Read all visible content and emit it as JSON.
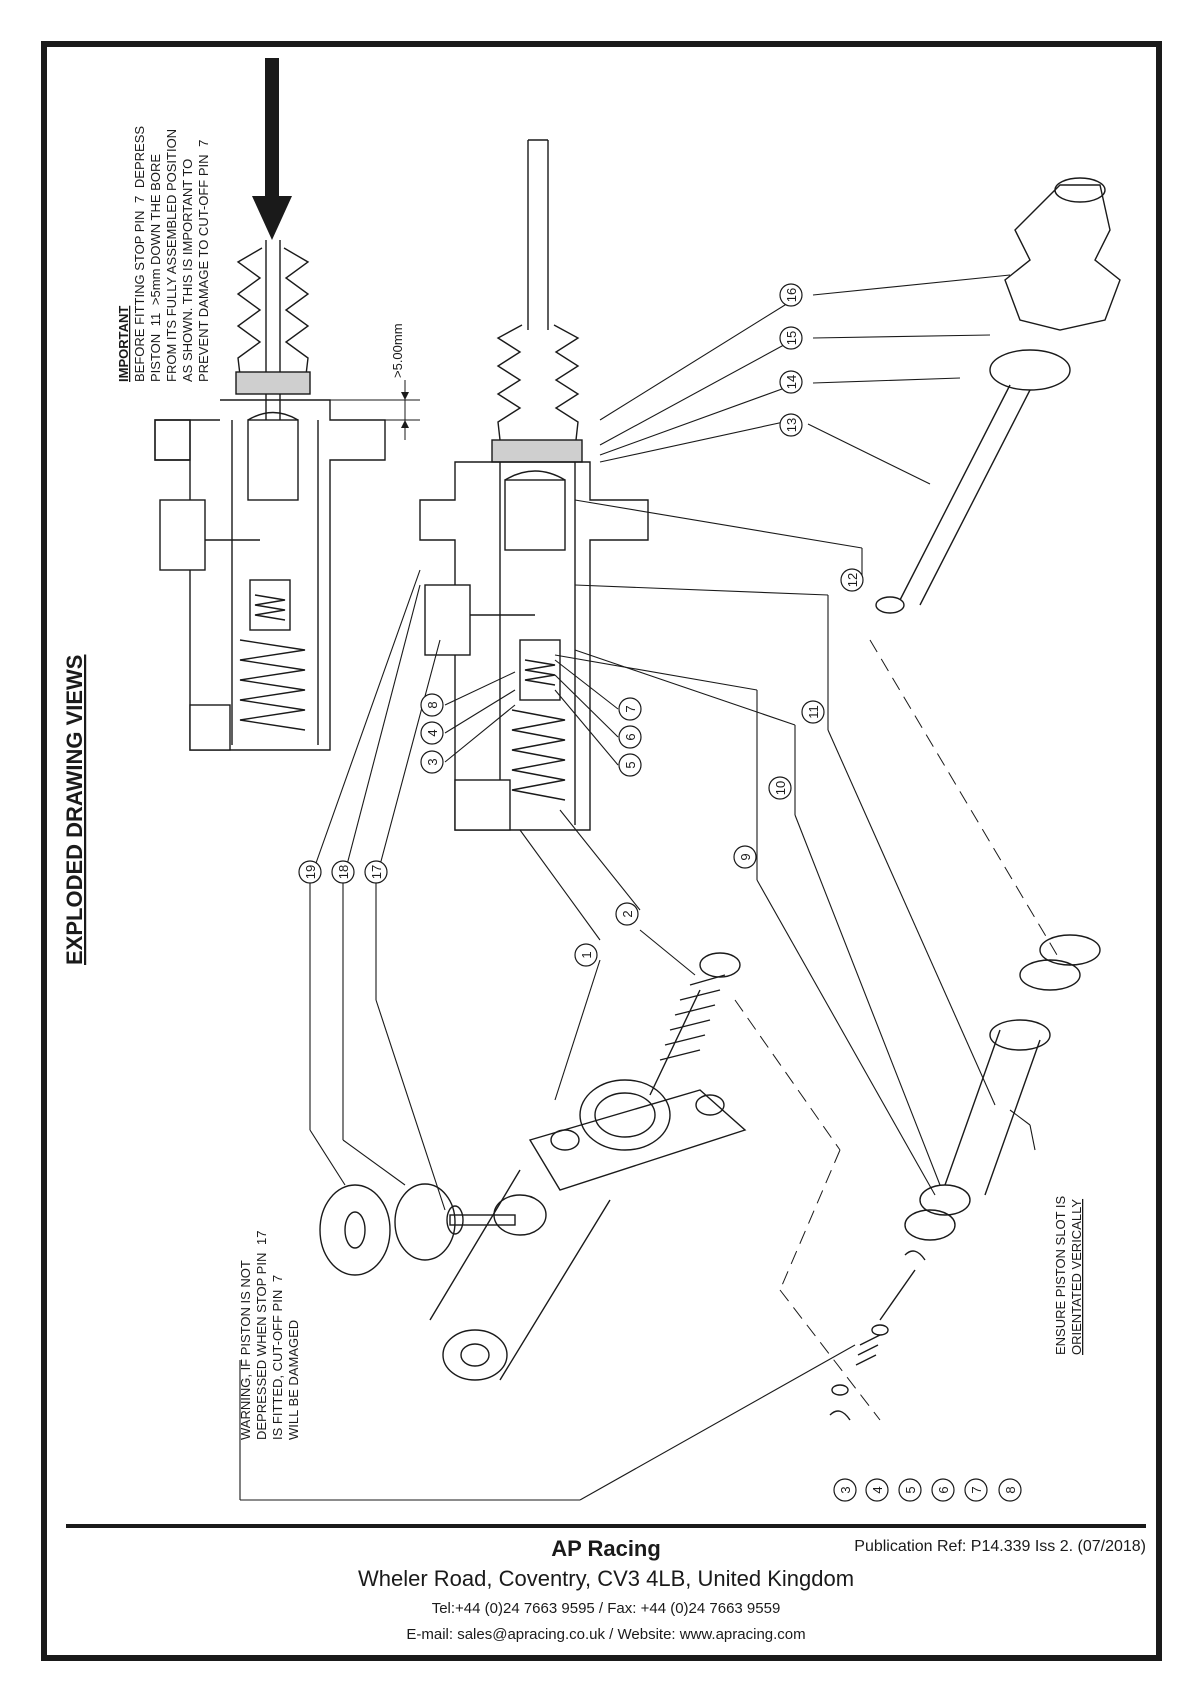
{
  "title": "EXPLODED DRAWING VIEWS",
  "important_note": {
    "heading": "IMPORTANT",
    "line1a": "BEFORE FITTING STOP PIN",
    "line1_ref": "7",
    "line1b": "DEPRESS",
    "line2a": "PISTON",
    "line2_ref": "11",
    "line2b": ">5mm DOWN THE BORE",
    "line3": "FROM ITS FULLY ASSEMBLED POSITION",
    "line4": "AS SHOWN. THIS IS IMPORTANT TO",
    "line5a": "PREVENT DAMAGE TO CUT-OFF PIN",
    "line5_ref": "7"
  },
  "dimension_label": ">5.00mm",
  "warning_note": {
    "line1": "WARNING, IF PISTON IS NOT",
    "line2a": "DEPRESSED WHEN STOP PIN",
    "line2_ref": "17",
    "line3a": "IS FITTED, CUT-OFF PIN",
    "line3_ref": "7",
    "line4": "WILL BE DAMAGED"
  },
  "slot_note": {
    "line1": "ENSURE PISTON SLOT IS",
    "line2": "ORIENTATED VERICALLY"
  },
  "callouts": {
    "n1": "1",
    "n2": "2",
    "n9": "9",
    "n10": "10",
    "n11": "11",
    "n12": "12",
    "n13": "13",
    "n14": "14",
    "n15": "15",
    "n16": "16",
    "n17": "17",
    "n18": "18",
    "n19": "19",
    "s3": "3",
    "s4": "4",
    "s8": "8",
    "s5": "5",
    "s6": "6",
    "s7": "7",
    "b3": "3",
    "b4": "4",
    "b5": "5",
    "b6": "6",
    "b7": "7",
    "b8": "8"
  },
  "footer": {
    "company": "AP Racing",
    "publication_ref": "Publication Ref: P14.339 Iss 2. (07/2018)",
    "address": "Wheler Road, Coventry, CV3 4LB, United Kingdom",
    "tel_fax": "Tel:+44 (0)24 7663 9595 / Fax: +44 (0)24 7663 9559",
    "email_web": "E-mail: sales@apracing.co.uk / Website: www.apracing.com"
  },
  "colors": {
    "ink": "#1a1a1a",
    "paper": "#ffffff",
    "shade": "#cfcfcf"
  }
}
